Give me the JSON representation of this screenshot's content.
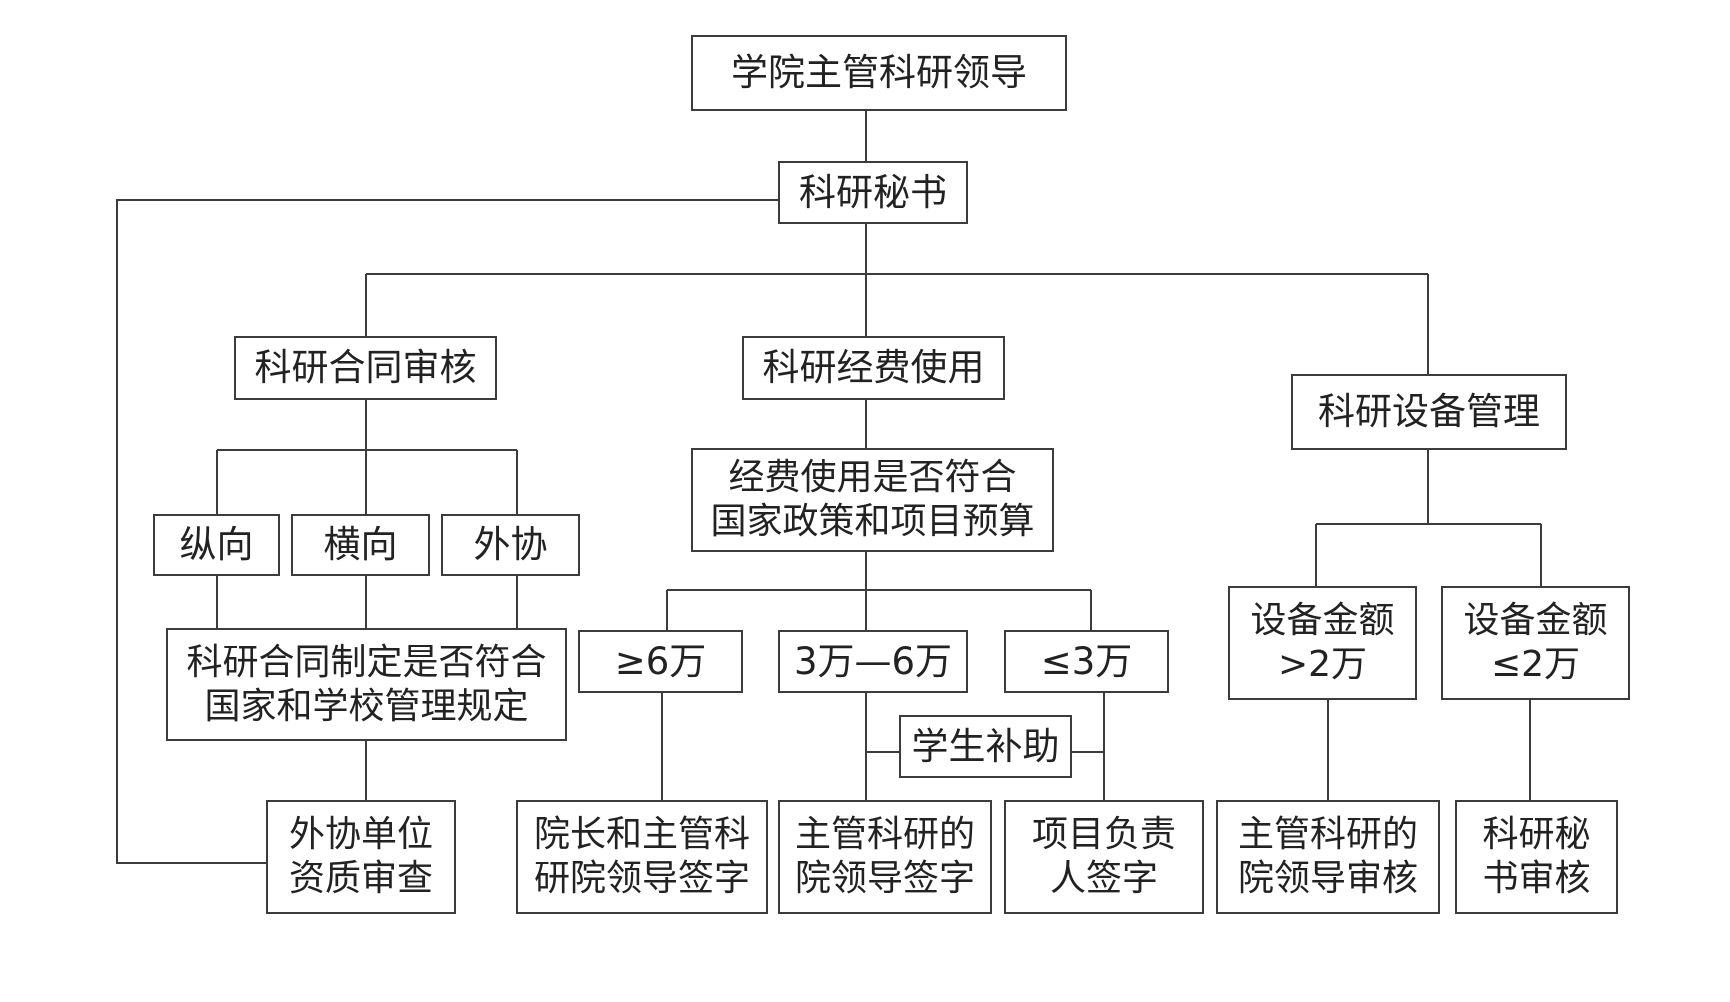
{
  "nodes": {
    "root": "学院主管科研领导",
    "secretary": "科研秘书",
    "contract": "科研合同审核",
    "funds": "科研经费使用",
    "equipment": "科研设备管理",
    "vertical": "纵向",
    "horizontal": "横向",
    "external": "外协",
    "contract_check": "科研合同制定是否符合\n国家和学校管理规定",
    "external_unit": "外协单位\n资质审查",
    "funds_check": "经费使用是否符合\n国家政策和项目预算",
    "above6": "≥6万",
    "between": "3万—6万",
    "below3": "≤3万",
    "student": "学生补助",
    "sign_dean": "院长和主管科\n研院领导签字",
    "sign_leader": "主管科研的\n院领导签字",
    "sign_pi": "项目负责\n人签字",
    "equip_above": "设备金额\n>2万",
    "equip_below": "设备金额\n≤2万",
    "equip_leader": "主管科研的\n院领导审核",
    "equip_secretary": "科研秘\n书审核"
  }
}
